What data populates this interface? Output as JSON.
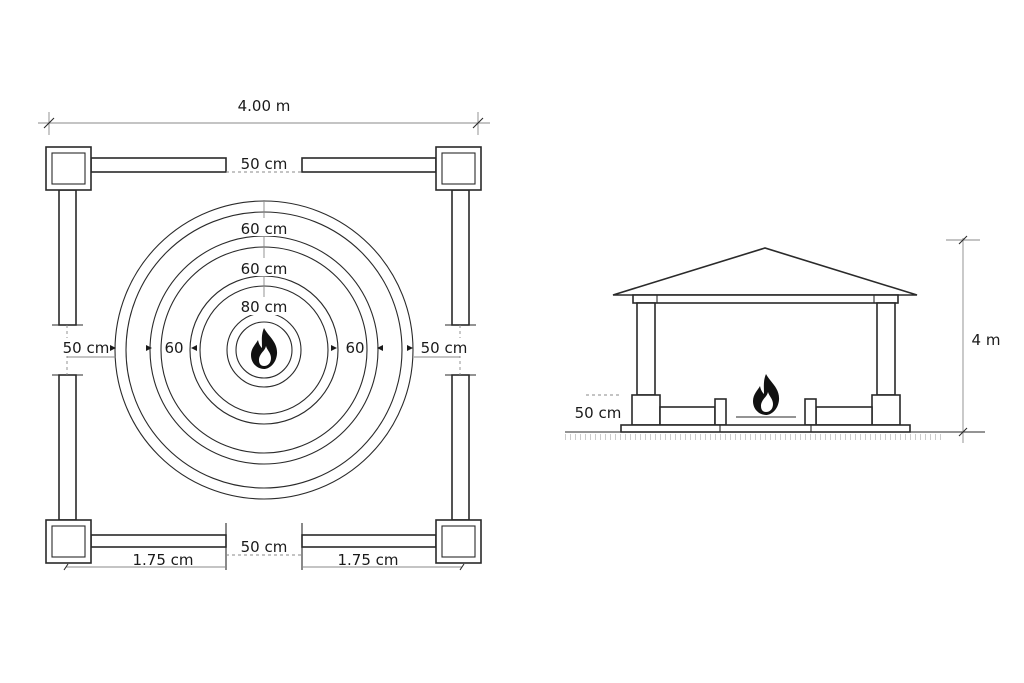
{
  "plan": {
    "overall_width": "4.00 m",
    "top_gap": "50 cm",
    "ring_labels": [
      "60 cm",
      "60 cm",
      "80 cm"
    ],
    "left_gap": "50 cm",
    "left_ring": "60",
    "right_ring": "60",
    "right_gap": "50 cm",
    "bottom_gap": "50 cm",
    "bottom_left_len": "1.75 cm",
    "bottom_right_len": "1.75 cm"
  },
  "elevation": {
    "height": "4 m",
    "base_height": "50 cm"
  },
  "colors": {
    "line": "#2a2a2a",
    "dimension": "#888888"
  }
}
